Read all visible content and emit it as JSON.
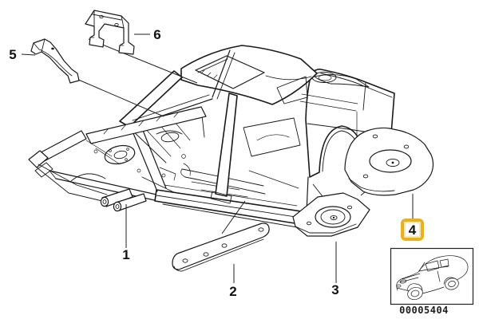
{
  "diagram": {
    "kind": "car-body-parts-diagram",
    "callouts": [
      {
        "label": "1",
        "style": "plain"
      },
      {
        "label": "2",
        "style": "muted"
      },
      {
        "label": "3",
        "style": "plain"
      },
      {
        "label": "4",
        "style": "highlighted"
      },
      {
        "label": "5",
        "style": "plain"
      },
      {
        "label": "6",
        "style": "plain"
      }
    ],
    "inset": {
      "part_number": "00005404",
      "thumbnail": "car-3quarter-sketch"
    },
    "colors": {
      "line": "#1a1a1a",
      "background": "#ffffff",
      "highlight_fill": "#eab11e",
      "highlight_inner": "#ffffff",
      "muted_label": "#c9c9c9",
      "leader": "#222222"
    }
  }
}
